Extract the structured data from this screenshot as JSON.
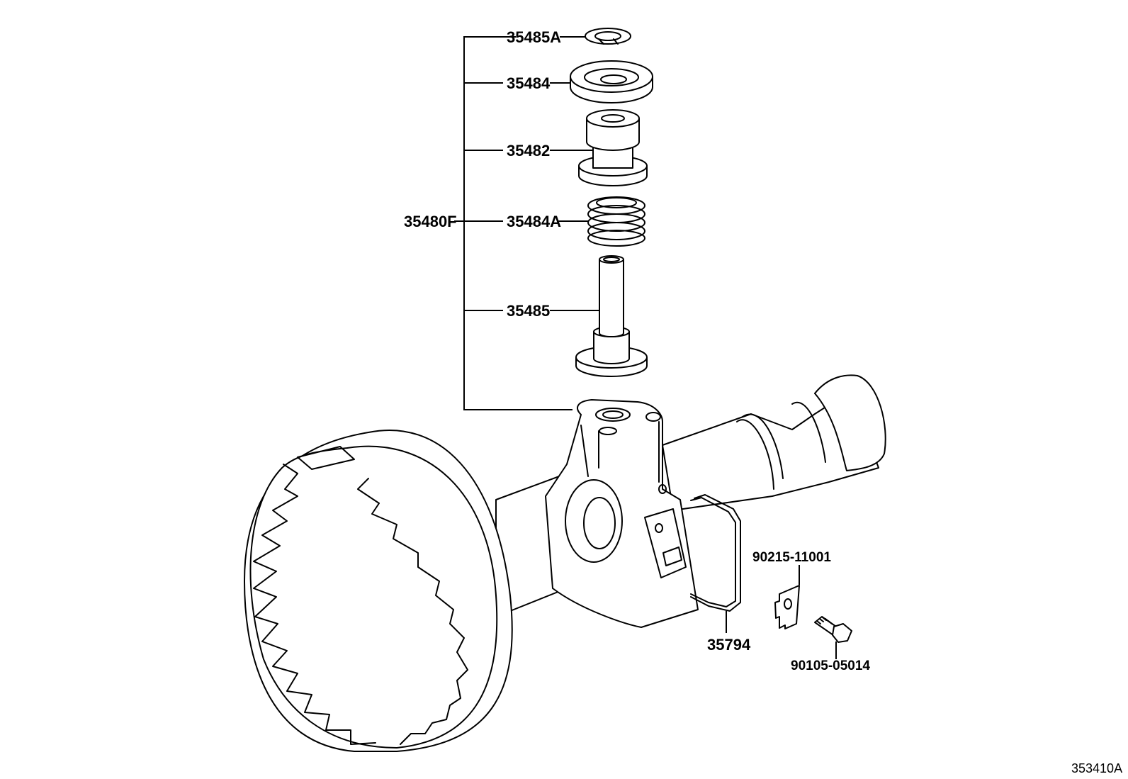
{
  "diagram": {
    "assembly_label": "35480F",
    "parts": [
      {
        "id": "p1",
        "label": "35485A"
      },
      {
        "id": "p2",
        "label": "35484"
      },
      {
        "id": "p3",
        "label": "35482"
      },
      {
        "id": "p4",
        "label": "35484A"
      },
      {
        "id": "p5",
        "label": "35485"
      }
    ],
    "other_parts": {
      "bracket_wire": "35794",
      "lock_plate": "90215-11001",
      "bolt": "90105-05014"
    },
    "figure_ref": "353410A"
  }
}
